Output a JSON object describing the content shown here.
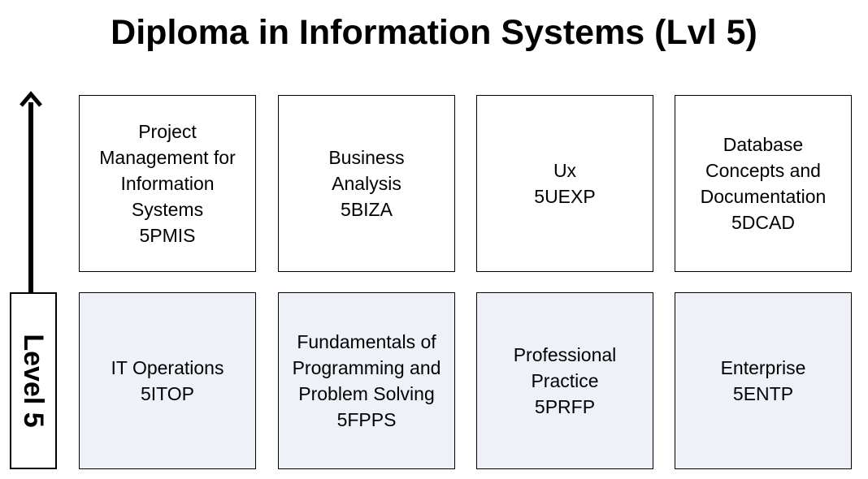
{
  "title": "Diploma in Information Systems (Lvl 5)",
  "level_label": "Level 5",
  "colors": {
    "lower_row_fill": "#eef1f8",
    "border": "#000000",
    "text": "#000000"
  },
  "upper_row": [
    {
      "name": "Project Management for Information Systems",
      "code": "5PMIS"
    },
    {
      "name": "Business Analysis",
      "code": "5BIZA"
    },
    {
      "name": "Ux",
      "code": "5UEXP"
    },
    {
      "name": "Database Concepts and Documentation",
      "code": "5DCAD"
    }
  ],
  "lower_row": [
    {
      "name": "IT Operations",
      "code": "5ITOP"
    },
    {
      "name": "Fundamentals of Programming and Problem Solving",
      "code": "5FPPS"
    },
    {
      "name": "Professional Practice",
      "code": "5PRFP"
    },
    {
      "name": "Enterprise",
      "code": "5ENTP"
    }
  ]
}
